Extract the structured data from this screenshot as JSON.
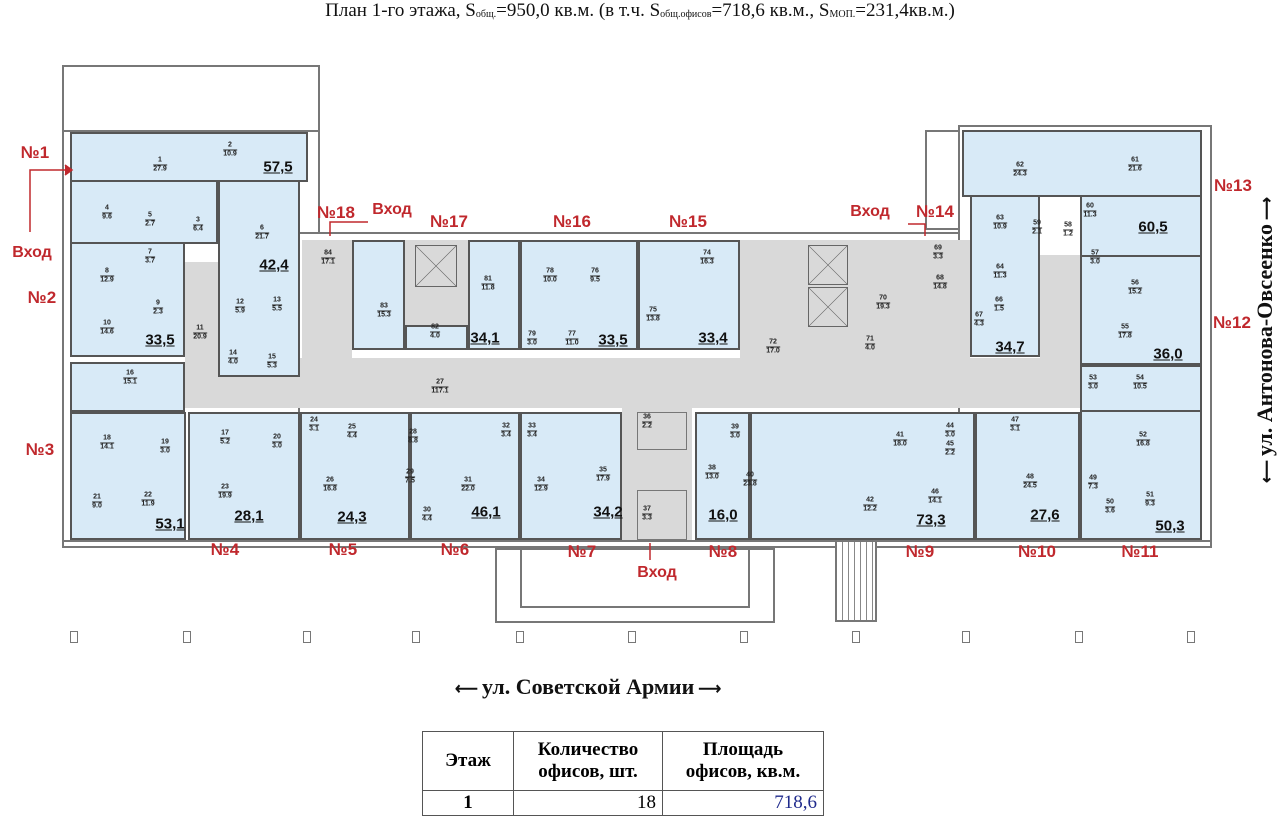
{
  "title": {
    "prefix": "План 1-го этажа, S",
    "sub1": "общ.",
    "mid1": "=950,0 кв.м. (в т.ч. S",
    "sub2": "общ.офисов",
    "mid2": "=718,6 кв.м., S",
    "sub3": "МОП.",
    "end": "=231,4кв.м.)"
  },
  "entrance_label": "Вход",
  "streets": {
    "bottom": "ул. Советской Армии",
    "right": "ул. Антонова-Овсеенко"
  },
  "offices": [
    {
      "id": "№1",
      "area": "57,5"
    },
    {
      "id": "№2",
      "area": "33,5"
    },
    {
      "id": "№3",
      "area": "53,1"
    },
    {
      "id": "№4",
      "area": "28,1"
    },
    {
      "id": "№5",
      "area": "24,3"
    },
    {
      "id": "№6",
      "area": "46,1"
    },
    {
      "id": "№7",
      "area": "34,2"
    },
    {
      "id": "№8",
      "area": "16,0"
    },
    {
      "id": "№9",
      "area": "73,3"
    },
    {
      "id": "№10",
      "area": "27,6"
    },
    {
      "id": "№11",
      "area": "50,3"
    },
    {
      "id": "№12",
      "area": "36,0"
    },
    {
      "id": "№13",
      "area": "60,5"
    },
    {
      "id": "№14",
      "area": "34,7"
    },
    {
      "id": "№15",
      "area": "33,4"
    },
    {
      "id": "№16",
      "area": "33,5"
    },
    {
      "id": "№17",
      "area": "34,1"
    },
    {
      "id": "№18",
      "area": "42,4"
    }
  ],
  "rooms": [
    {
      "n": "1",
      "a": "27.9"
    },
    {
      "n": "2",
      "a": "10.9"
    },
    {
      "n": "3",
      "a": "6.4"
    },
    {
      "n": "4",
      "a": "9.6"
    },
    {
      "n": "5",
      "a": "2.7"
    },
    {
      "n": "6",
      "a": "21.7"
    },
    {
      "n": "7",
      "a": "3.7"
    },
    {
      "n": "8",
      "a": "12.9"
    },
    {
      "n": "9",
      "a": "2.3"
    },
    {
      "n": "10",
      "a": "14.6"
    },
    {
      "n": "11",
      "a": "20.9"
    },
    {
      "n": "12",
      "a": "5.9"
    },
    {
      "n": "13",
      "a": "5.5"
    },
    {
      "n": "14",
      "a": "4.0"
    },
    {
      "n": "15",
      "a": "5.3"
    },
    {
      "n": "16",
      "a": "15.1"
    },
    {
      "n": "17",
      "a": "5.2"
    },
    {
      "n": "18",
      "a": "14.1"
    },
    {
      "n": "19",
      "a": "3.0"
    },
    {
      "n": "20",
      "a": "3.0"
    },
    {
      "n": "21",
      "a": "9.0"
    },
    {
      "n": "22",
      "a": "11.9"
    },
    {
      "n": "23",
      "a": "19.9"
    },
    {
      "n": "24",
      "a": "3.1"
    },
    {
      "n": "25",
      "a": "4.4"
    },
    {
      "n": "26",
      "a": "16.8"
    },
    {
      "n": "27",
      "a": "117.1"
    },
    {
      "n": "28",
      "a": "8.8"
    },
    {
      "n": "29",
      "a": "7.5"
    },
    {
      "n": "30",
      "a": "4.4"
    },
    {
      "n": "31",
      "a": "22.0"
    },
    {
      "n": "32",
      "a": "3.4"
    },
    {
      "n": "33",
      "a": "3.4"
    },
    {
      "n": "34",
      "a": "12.9"
    },
    {
      "n": "35",
      "a": "17.9"
    },
    {
      "n": "36",
      "a": "2.2"
    },
    {
      "n": "37",
      "a": "3.3"
    },
    {
      "n": "38",
      "a": "13.0"
    },
    {
      "n": "39",
      "a": "3.0"
    },
    {
      "n": "40",
      "a": "23.8"
    },
    {
      "n": "41",
      "a": "18.0"
    },
    {
      "n": "42",
      "a": "12.2"
    },
    {
      "n": "44",
      "a": "3.0"
    },
    {
      "n": "45",
      "a": "2.2"
    },
    {
      "n": "46",
      "a": "14.1"
    },
    {
      "n": "47",
      "a": "3.1"
    },
    {
      "n": "48",
      "a": "24.5"
    },
    {
      "n": "49",
      "a": "7.3"
    },
    {
      "n": "50",
      "a": "3.6"
    },
    {
      "n": "51",
      "a": "9.3"
    },
    {
      "n": "52",
      "a": "16.8"
    },
    {
      "n": "53",
      "a": "3.0"
    },
    {
      "n": "54",
      "a": "10.5"
    },
    {
      "n": "55",
      "a": "17.8"
    },
    {
      "n": "56",
      "a": "15.2"
    },
    {
      "n": "57",
      "a": "3.0"
    },
    {
      "n": "58",
      "a": "1.2"
    },
    {
      "n": "59",
      "a": "2.1"
    },
    {
      "n": "60",
      "a": "11.3"
    },
    {
      "n": "61",
      "a": "21.6"
    },
    {
      "n": "62",
      "a": "24.3"
    },
    {
      "n": "63",
      "a": "10.9"
    },
    {
      "n": "64",
      "a": "11.3"
    },
    {
      "n": "66",
      "a": "1.5"
    },
    {
      "n": "67",
      "a": "4.3"
    },
    {
      "n": "68",
      "a": "14.8"
    },
    {
      "n": "69",
      "a": "3.3"
    },
    {
      "n": "70",
      "a": "19.3"
    },
    {
      "n": "71",
      "a": "4.0"
    },
    {
      "n": "72",
      "a": "17.0"
    },
    {
      "n": "74",
      "a": "16.3"
    },
    {
      "n": "75",
      "a": "13.8"
    },
    {
      "n": "76",
      "a": "9.5"
    },
    {
      "n": "77",
      "a": "11.0"
    },
    {
      "n": "78",
      "a": "10.0"
    },
    {
      "n": "79",
      "a": "3.0"
    },
    {
      "n": "81",
      "a": "11.8"
    },
    {
      "n": "82",
      "a": "4.0"
    },
    {
      "n": "83",
      "a": "15.3"
    },
    {
      "n": "84",
      "a": "17.1"
    }
  ],
  "summary_table": {
    "headers": [
      "Этаж",
      "Количество офисов, шт.",
      "Площадь офисов, кв.м."
    ],
    "row": {
      "floor": "1",
      "count": "18",
      "area": "718,6"
    },
    "area_color": "#1f2a8c"
  }
}
